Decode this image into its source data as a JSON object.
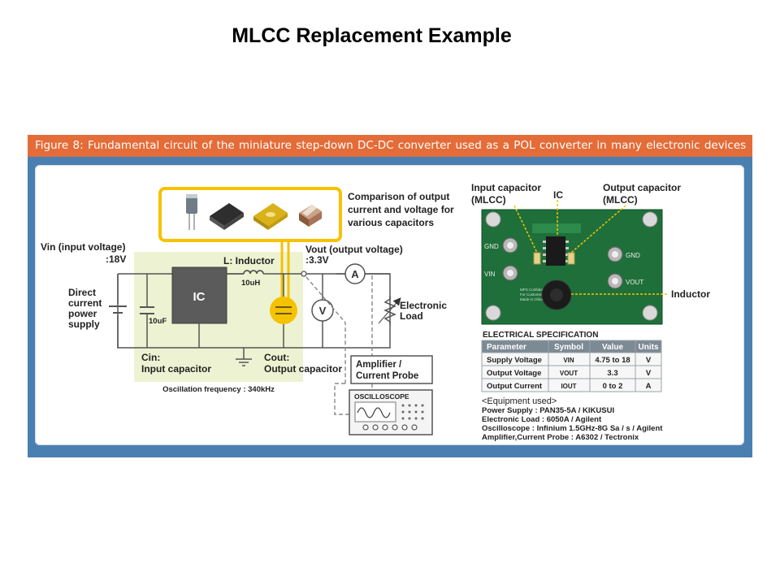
{
  "title": "MLCC Replacement Example",
  "caption": "Figure 8: Fundamental  circuit of the miniature  step-down DC-DC  converter used as a POL converter in many  electronic devices",
  "circuit": {
    "comparison_lines": [
      "Comparison of output",
      "current and voltage for",
      "various capacitors"
    ],
    "vin_label": "Vin (input voltage)",
    "vin_value": ":18V",
    "vout_label": "Vout (output voltage)",
    "vout_value": ":3.3V",
    "inductor_label": "L: Inductor",
    "inductor_value": "10uH",
    "ic_label": "IC",
    "cin_value": "10uF",
    "supply_lines": [
      "Direct",
      "current",
      "power",
      "supply"
    ],
    "cin_lines": [
      "Cin:",
      "Input capacitor"
    ],
    "cout_lines": [
      "Cout:",
      "Output capacitor"
    ],
    "ammeter": "A",
    "voltmeter": "V",
    "load_lines": [
      "Electronic",
      "Load"
    ],
    "probe_lines": [
      "Amplifier /",
      "Current Probe"
    ],
    "oscilloscope": "OSCILLOSCOPE",
    "oscillation": "Oscillation frequency : 340kHz"
  },
  "board": {
    "input_cap_lines": [
      "Input capacitor",
      "(MLCC)"
    ],
    "ic": "IC",
    "output_cap_lines": [
      "Output capacitor",
      "(MLCC)"
    ],
    "inductor": "Inductor",
    "silk_gnd_left": "GND",
    "silk_vin": "VIN",
    "silk_gnd_right": "GND",
    "silk_vout": "VOUT",
    "silk_note": [
      "MPS Confidential",
      "For Customer Use Only",
      "Made in China"
    ]
  },
  "spec": {
    "heading": "ELECTRICAL SPECIFICATION",
    "columns": [
      "Parameter",
      "Symbol",
      "Value",
      "Units"
    ],
    "rows": [
      [
        "Supply Voltage",
        "VIN",
        "4.75 to 18",
        "V"
      ],
      [
        "Output Voltage",
        "VOUT",
        "3.3",
        "V"
      ],
      [
        "Output Current",
        "IOUT",
        "0 to 2",
        "A"
      ]
    ]
  },
  "equipment": {
    "heading": "<Equipment used>",
    "lines": [
      "Power Supply : PAN35-5A / KIKUSUI",
      "Electronic Load : 6050A / Agilent",
      "Oscilloscope : Infinium 1.5GHz-8G Sa / s / Agilent",
      "Amplifier,Current Probe : A6302 / Tectronix"
    ]
  },
  "colors": {
    "caption_bar": "#e46c38",
    "frame": "#4a7fb1",
    "highlight": "#f5c200",
    "circuit_area": "#edf3d2",
    "ic_block": "#5b5b5b",
    "pcb": "#1f6f3a"
  }
}
